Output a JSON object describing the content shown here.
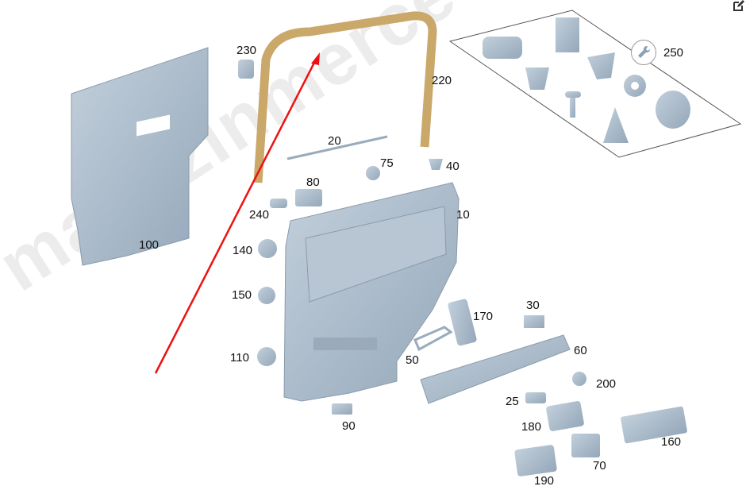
{
  "diagram": {
    "watermark": "magazinmercedes.ru",
    "accent_arrow_color": "#ee1111",
    "part_color": "#a9b9c9",
    "trim_color": "#c9a86a",
    "labels": {
      "p10": "10",
      "p20": "20",
      "p25": "25",
      "p30": "30",
      "p40": "40",
      "p50": "50",
      "p60": "60",
      "p70": "70",
      "p75": "75",
      "p80": "80",
      "p90": "90",
      "p100": "100",
      "p110": "110",
      "p140": "140",
      "p150": "150",
      "p160": "160",
      "p170": "170",
      "p180": "180",
      "p190": "190",
      "p200": "200",
      "p220": "220",
      "p230": "230",
      "p240": "240",
      "p250": "250"
    },
    "icons": {
      "kit": "wrench-icon",
      "edit": "edit-icon"
    }
  }
}
